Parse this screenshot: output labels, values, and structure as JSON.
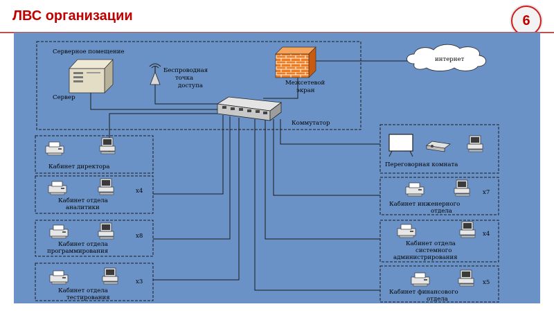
{
  "header": {
    "title": "ЛВС организации",
    "slide_number": "6"
  },
  "diagram": {
    "server_room": {
      "label": "Серверное помещение"
    },
    "server": {
      "label": "Сервер"
    },
    "wifi": {
      "line1": "Беспроводная",
      "line2": "точка",
      "line3": "доступа"
    },
    "firewall": {
      "line1": "Межсетевой",
      "line2": "экран"
    },
    "internet": {
      "label": "интернет"
    },
    "switch": {
      "label": "Коммутатор"
    },
    "offices_left": [
      {
        "line1": "Кабинет директора",
        "line2": "",
        "count": ""
      },
      {
        "line1": "Кабинет отдела",
        "line2": "аналитики",
        "count": "x4"
      },
      {
        "line1": "Кабинет отдела",
        "line2": "программирования",
        "count": "x8"
      },
      {
        "line1": "Кабинет отдела",
        "line2": "тестирования",
        "count": "x3"
      }
    ],
    "offices_right": [
      {
        "line1": "Переговорная комната",
        "line2": "",
        "line3": "",
        "count": ""
      },
      {
        "line1": "Кабинет инженерного",
        "line2": "отдела",
        "line3": "",
        "count": "x7"
      },
      {
        "line1": "Кабинет отдела",
        "line2": "системного",
        "line3": "администрирования",
        "count": "x4"
      },
      {
        "line1": "Кабинет финансового",
        "line2": "отдела",
        "line3": "",
        "count": "x5"
      }
    ]
  }
}
